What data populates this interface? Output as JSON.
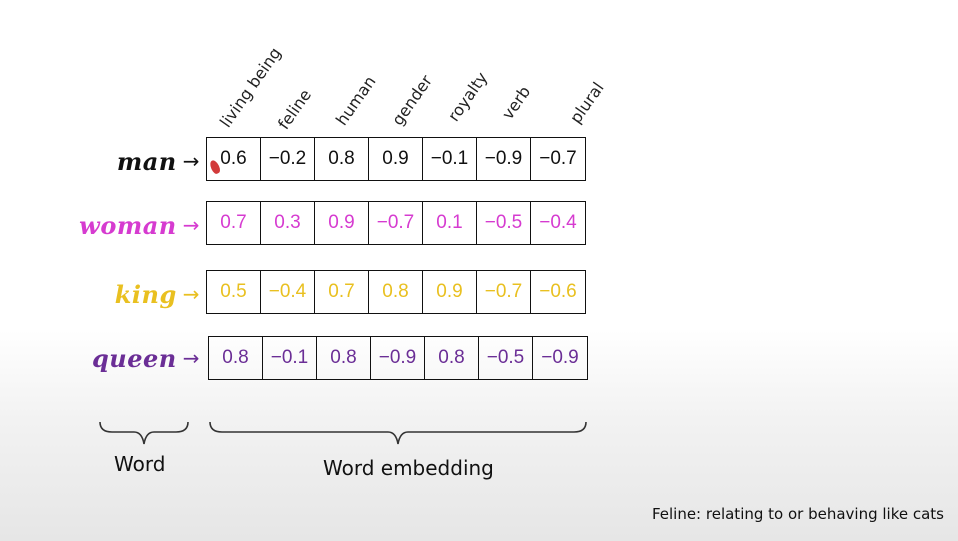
{
  "columns": [
    "living being",
    "feline",
    "human",
    "gender",
    "royalty",
    "verb",
    "plural"
  ],
  "rows": [
    {
      "word": "man",
      "color": "#111111",
      "values": [
        "0.6",
        "−0.2",
        "0.8",
        "0.9",
        "−0.1",
        "−0.9",
        "−0.7"
      ]
    },
    {
      "word": "woman",
      "color": "#d63bd0",
      "values": [
        "0.7",
        "0.3",
        "0.9",
        "−0.7",
        "0.1",
        "−0.5",
        "−0.4"
      ]
    },
    {
      "word": "king",
      "color": "#e9c020",
      "values": [
        "0.5",
        "−0.4",
        "0.7",
        "0.8",
        "0.9",
        "−0.7",
        "−0.6"
      ]
    },
    {
      "word": "queen",
      "color": "#6b2e96",
      "values": [
        "0.8",
        "−0.1",
        "0.8",
        "−0.9",
        "0.8",
        "−0.5",
        "−0.9"
      ]
    }
  ],
  "arrow": "→",
  "brace_labels": {
    "word": "Word",
    "embedding": "Word embedding"
  },
  "footnote": "Feline: relating to or behaving like cats"
}
